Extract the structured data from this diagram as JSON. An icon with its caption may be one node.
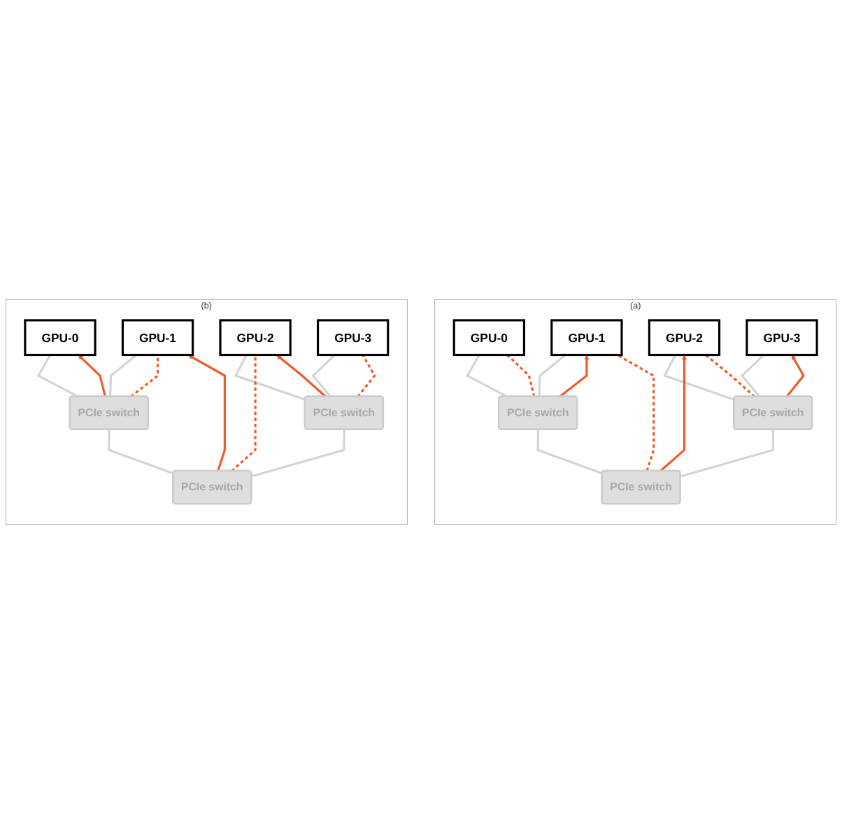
{
  "diagram": {
    "nodes": [
      {
        "text": [
          "(a)"
        ]
      },
      {
        "text": [
          "GPU-0"
        ],
        "in": 0
      },
      {
        "text": [
          "GPU-1"
        ],
        "in": 0
      },
      {
        "text": [
          "GPU-2"
        ],
        "in": 0
      },
      {
        "text": [
          "GPU-3"
        ],
        "in": 0
      },
      {
        "text": [
          "PCIe switch"
        ],
        "in": 0
      },
      {
        "text": [
          "PCIe switch"
        ],
        "in": 0
      },
      {
        "text": [
          "PCIe switch"
        ],
        "in": 0
      },
      {
        "text": [
          "(b)"
        ]
      },
      {
        "text": [
          "GPU-0"
        ],
        "in": 8
      },
      {
        "text": [
          "GPU-1"
        ],
        "in": 8
      },
      {
        "text": [
          "GPU-2"
        ],
        "in": 8
      },
      {
        "text": [
          "GPU-3"
        ],
        "in": 8
      },
      {
        "text": [
          "PCIe switch"
        ],
        "in": 8
      },
      {
        "text": [
          "PCIe switch"
        ],
        "in": 8
      },
      {
        "text": [
          "PCIe switch"
        ],
        "in": 8
      }
    ],
    "edges": [
      {
        "from": 7,
        "to": 5,
        "arrow": "none",
        "color": "#d4d4d4"
      },
      {
        "from": 7,
        "to": 6,
        "arrow": "none",
        "color": "#d4d4d4"
      },
      {
        "from": 5,
        "to": 1,
        "arrow": "none",
        "color": "#d4d4d4"
      },
      {
        "from": 5,
        "to": 2,
        "arrow": "none",
        "color": "#d4d4d4"
      },
      {
        "from": 6,
        "to": 3,
        "arrow": "none",
        "color": "#d4d4d4"
      },
      {
        "from": 6,
        "to": 4,
        "arrow": "none",
        "color": "#d4d4d4"
      },
      {
        "from": 5,
        "to": 1,
        "arrow": "none",
        "style": "dashed",
        "color": "#f05a28"
      },
      {
        "from": 5,
        "to": 2,
        "arrow": "to",
        "color": "#f05a28"
      },
      {
        "from": 7,
        "to": 2,
        "arrow": "none",
        "style": "dashed",
        "color": "#f05a28"
      },
      {
        "from": 7,
        "to": 3,
        "arrow": "to",
        "color": "#f05a28"
      },
      {
        "from": 6,
        "to": 3,
        "arrow": "none",
        "style": "dashed",
        "color": "#f05a28"
      },
      {
        "from": 6,
        "to": 4,
        "arrow": "to",
        "color": "#f05a28"
      },
      {
        "from": 15,
        "to": 13,
        "arrow": "none",
        "color": "#d4d4d4"
      },
      {
        "from": 15,
        "to": 14,
        "arrow": "none",
        "color": "#d4d4d4"
      },
      {
        "from": 13,
        "to": 9,
        "arrow": "none",
        "color": "#d4d4d4"
      },
      {
        "from": 13,
        "to": 10,
        "arrow": "none",
        "color": "#d4d4d4"
      },
      {
        "from": 14,
        "to": 11,
        "arrow": "none",
        "color": "#d4d4d4"
      },
      {
        "from": 14,
        "to": 12,
        "arrow": "none",
        "color": "#d4d4d4"
      },
      {
        "from": 13,
        "to": 9,
        "arrow": "to",
        "color": "#f05a28"
      },
      {
        "from": 13,
        "to": 10,
        "arrow": "none",
        "style": "dashed",
        "color": "#f05a28"
      },
      {
        "from": 15,
        "to": 10,
        "arrow": "to",
        "color": "#f05a28"
      },
      {
        "from": 15,
        "to": 11,
        "arrow": "none",
        "style": "dashed",
        "color": "#f05a28"
      },
      {
        "from": 14,
        "to": 11,
        "arrow": "to",
        "color": "#f05a28"
      },
      {
        "from": 14,
        "to": 12,
        "arrow": "none",
        "style": "dashed",
        "color": "#f05a28"
      }
    ]
  }
}
